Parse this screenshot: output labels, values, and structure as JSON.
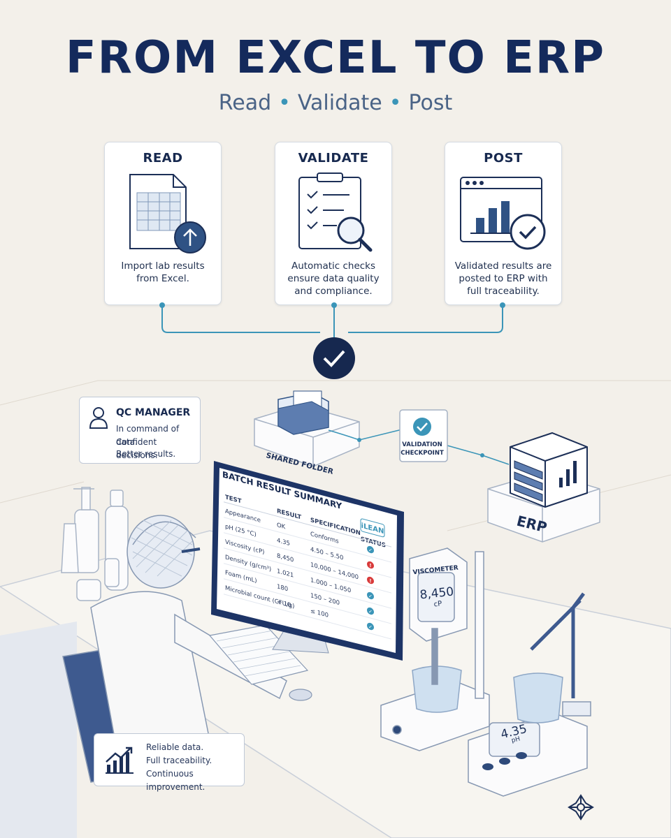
{
  "title": "FROM EXCEL TO ERP",
  "subtitle": {
    "step1": "Read",
    "step2": "Validate",
    "step3": "Post",
    "separator": "•"
  },
  "cards": [
    {
      "heading": "READ",
      "description": "Import lab results from Excel."
    },
    {
      "heading": "VALIDATE",
      "description": "Automatic checks ensure data quality and compliance."
    },
    {
      "heading": "POST",
      "description": "Validated results are posted to ERP with full traceability."
    }
  ],
  "qc_manager": {
    "title": "QC MANAGER",
    "lines": [
      "In command of data.",
      "Confident decisions.",
      "Better results."
    ]
  },
  "shared_folder_label": "SHARED FOLDER",
  "validation_checkpoint_label": [
    "VALIDATION",
    "CHECKPOINT"
  ],
  "erp_label": "ERP",
  "batch_summary": {
    "title": "BATCH RESULT SUMMARY",
    "brand": "iLEAN",
    "headers": [
      "TEST",
      "RESULT",
      "SPECIFICATION",
      "STATUS"
    ],
    "rows": [
      {
        "test": "Appearance",
        "result": "OK",
        "spec": "Conforms",
        "status": "ok"
      },
      {
        "test": "pH (25 °C)",
        "result": "4.35",
        "spec": "4.50 – 5.50",
        "status": "fail"
      },
      {
        "test": "Viscosity (cP)",
        "result": "8,450",
        "spec": "10,000 – 14,000",
        "status": "fail"
      },
      {
        "test": "Density (g/cm³)",
        "result": "1.021",
        "spec": "1.000 – 1.050",
        "status": "ok"
      },
      {
        "test": "Foam (mL)",
        "result": "180",
        "spec": "150 – 200",
        "status": "ok"
      },
      {
        "test": "Microbial count (CFU/g)",
        "result": "< 10",
        "spec": "≤ 100",
        "status": "ok"
      }
    ]
  },
  "viscometer": {
    "label": "VISCOMETER",
    "value": "8,450",
    "unit": "cP"
  },
  "ph_meter": {
    "value": "4.35",
    "unit": "pH"
  },
  "benefits": [
    "Reliable data.",
    "Full traceability.",
    "Continuous improvement."
  ],
  "colors": {
    "navy": "#142a5c",
    "teal": "#3b95b8",
    "fail": "#d83a3a",
    "ok": "#3b95b8"
  }
}
